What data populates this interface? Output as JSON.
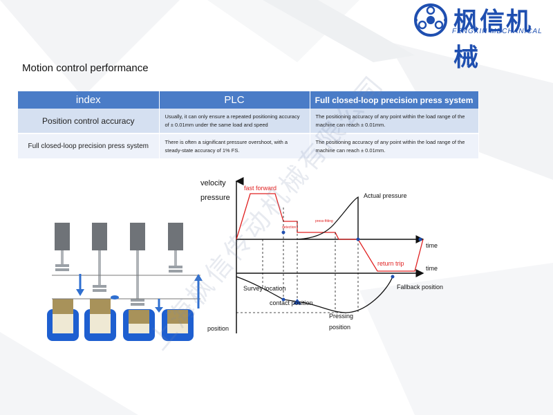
{
  "brand": {
    "name_cn": "枫信机械",
    "name_en": "FENGXIN MECHANICAL",
    "primary_color": "#1f4fb0"
  },
  "section_title": "Motion control performance",
  "table": {
    "headers": [
      "index",
      "PLC",
      "Full closed-loop precision press system"
    ],
    "header_color": "#4a7cc7",
    "rows": [
      {
        "index": "Position control accuracy",
        "plc": "Usually, it can only ensure a repeated positioning accuracy of ± 0.01mm under the same load and speed",
        "press": "The positioning accuracy of any point within the load range of the machine can reach ± 0.01mm."
      },
      {
        "index": "Full closed-loop precision press system",
        "plc": "There is often a significant pressure overshoot, with a steady-state accuracy of 1% FS.",
        "press": "The positioning accuracy of any point within the load range of the machine can reach ± 0.01mm."
      }
    ]
  },
  "diagram": {
    "label_velocity": "velocity",
    "label_pressure": "pressure",
    "label_fast_forward": "fast forward",
    "label_detection": "detection",
    "label_press_fitting": "press-fitting",
    "label_actual_pressure": "Actual pressure",
    "label_time_1": "time",
    "label_time_2": "time",
    "label_return_trip": "return trip",
    "label_survey_location": "Survey location",
    "label_contact_position": "contact position",
    "label_fallback_position": "Fallback position",
    "label_pressing": "Pressing",
    "label_pressing_2": "position",
    "label_position": "position",
    "velocity_color": "#e02020",
    "curve_color": "#111111"
  },
  "watermark": "上海枫信传动机械有限公司"
}
